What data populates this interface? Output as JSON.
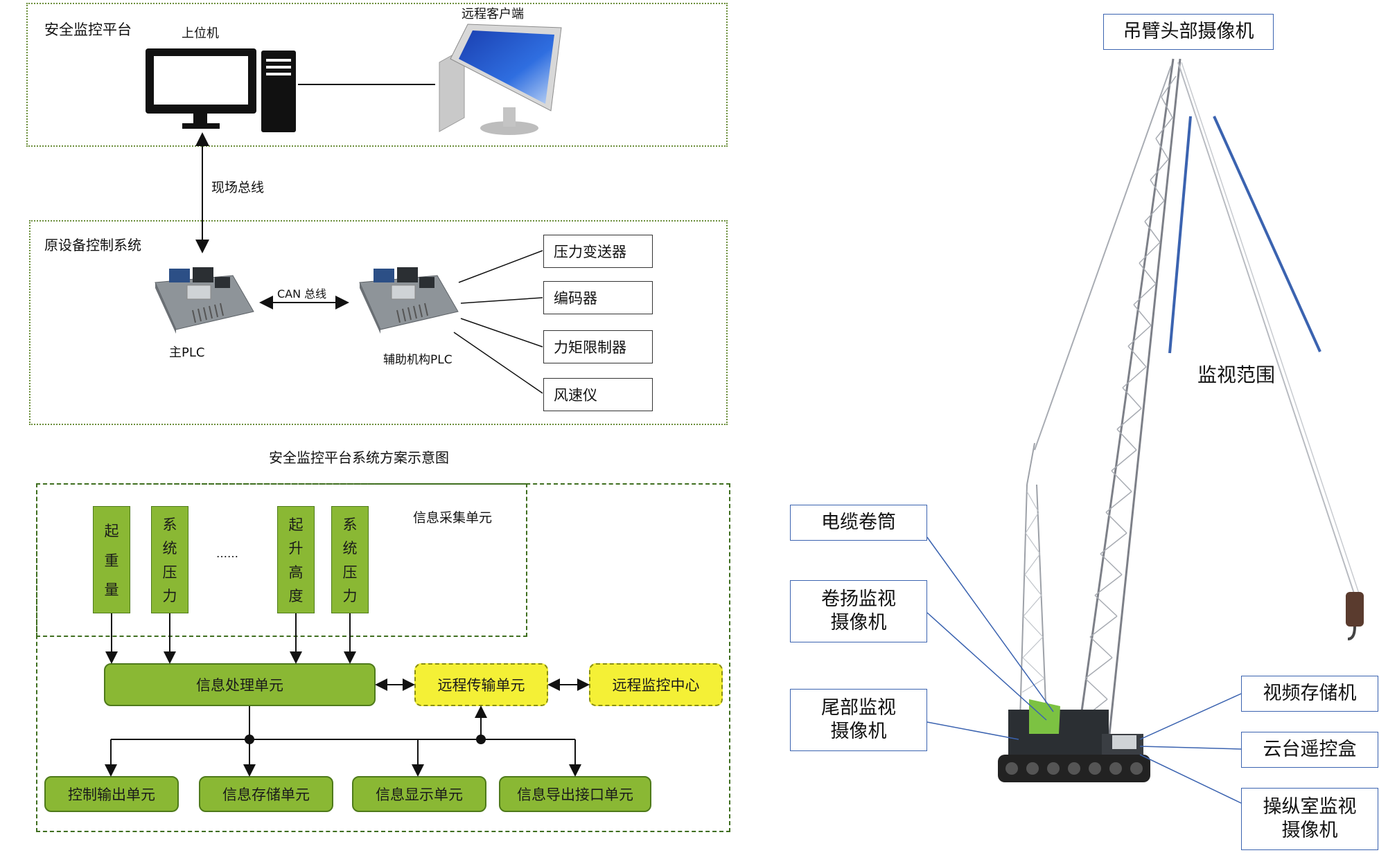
{
  "system_diagram": {
    "platform_title": "安全监控平台",
    "host_label": "上位机",
    "remote_client_label": "远程客户端",
    "fieldbus_label": "现场总线",
    "original_system_title": "原设备控制系统",
    "can_bus_label": "CAN 总线",
    "main_plc_label": "主PLC",
    "aux_plc_label": "辅助机构PLC",
    "sensors": [
      "压力变送器",
      "编码器",
      "力矩限制器",
      "风速仪"
    ],
    "caption": "安全监控平台系统方案示意图"
  },
  "flow_diagram": {
    "collection_unit_label": "信息采集单元",
    "inputs": [
      {
        "chars": [
          "起",
          "重",
          "量"
        ]
      },
      {
        "chars": [
          "系",
          "统",
          "压",
          "力"
        ]
      },
      {
        "chars": [
          "起",
          "升",
          "高",
          "度"
        ]
      },
      {
        "chars": [
          "系",
          "统",
          "压",
          "力"
        ]
      }
    ],
    "ellipsis": "……",
    "processing_unit": "信息处理单元",
    "remote_transfer_unit": "远程传输单元",
    "remote_monitor_center": "远程监控中心",
    "outputs": [
      "控制输出单元",
      "信息存储单元",
      "信息显示单元",
      "信息导出接口单元"
    ]
  },
  "crane_figure": {
    "labels": {
      "boom_head_camera": "吊臂头部摄像机",
      "monitor_range": "监视范围",
      "cable_drum": "电缆卷筒",
      "winch_camera": "卷扬监视\n摄像机",
      "tail_camera": "尾部监视\n摄像机",
      "video_storage": "视频存储机",
      "ptz_remote_box": "云台遥控盒",
      "cab_camera": "操纵室监视\n摄像机"
    },
    "colors": {
      "label_border": "#3b63b0",
      "range_line": "#3b63b0",
      "machine_green": "#7cc242"
    }
  },
  "colors": {
    "green_fill": "#8ab834",
    "yellow_fill": "#f4f036",
    "frame_green": "#6b8e3a"
  }
}
